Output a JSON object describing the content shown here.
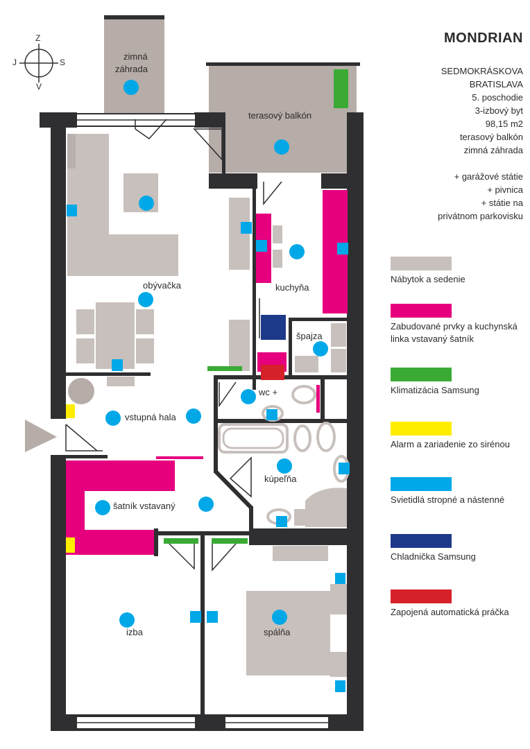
{
  "title": "MONDRIAN",
  "info": [
    "SEDMOKRÁSKOVA",
    "BRATISLAVA",
    "5. poschodie",
    "3-izbový byt",
    "98,15 m2",
    "terasový balkón",
    "zimná záhrada",
    "",
    "+ garážové státie",
    "+ pivnica",
    "+ státie na",
    "privátnom parkovisku"
  ],
  "compass": {
    "n": "Z",
    "s": "V",
    "w": "J",
    "e": "S"
  },
  "rooms": {
    "zimna_zahrada_1": "zimná",
    "zimna_zahrada_2": "záhrada",
    "terasovy_balkon": "terasový balkón",
    "obyvacka": "obývačka",
    "kuchyna": "kuchyňa",
    "spajza": "špajza",
    "wc": "wc +",
    "vstupna_hala": "vstupná hala",
    "kupelna": "kúpeľňa",
    "satnik": "šatník vstavaný",
    "izba": "izba",
    "spalna": "spálňa"
  },
  "legend": [
    {
      "label": "Nábytok a sedenie",
      "color": "#c8c0bc"
    },
    {
      "label": "Zabudované prvky a kuchynská linka vstavaný šatník",
      "color": "#e6007e"
    },
    {
      "label": "Klimatizácia Samsung",
      "color": "#3aaa35"
    },
    {
      "label": "Alarm a zariadenie zo sirénou",
      "color": "#ffed00"
    },
    {
      "label": "Svietidlá stropné a nástenné",
      "color": "#00a8e8"
    },
    {
      "label": "Chladnička Samsung",
      "color": "#1d3a8a"
    },
    {
      "label": "Zapojená automatická práčka",
      "color": "#d7212a"
    }
  ],
  "colors": {
    "wall": "#2f2f31",
    "furniture": "#c8c0bc",
    "builtin": "#e6007e",
    "ac": "#3aaa35",
    "alarm": "#ffed00",
    "light": "#00a8e8",
    "fridge": "#1d3a8a",
    "washer": "#d7212a",
    "balcony": "#b6aca8"
  }
}
